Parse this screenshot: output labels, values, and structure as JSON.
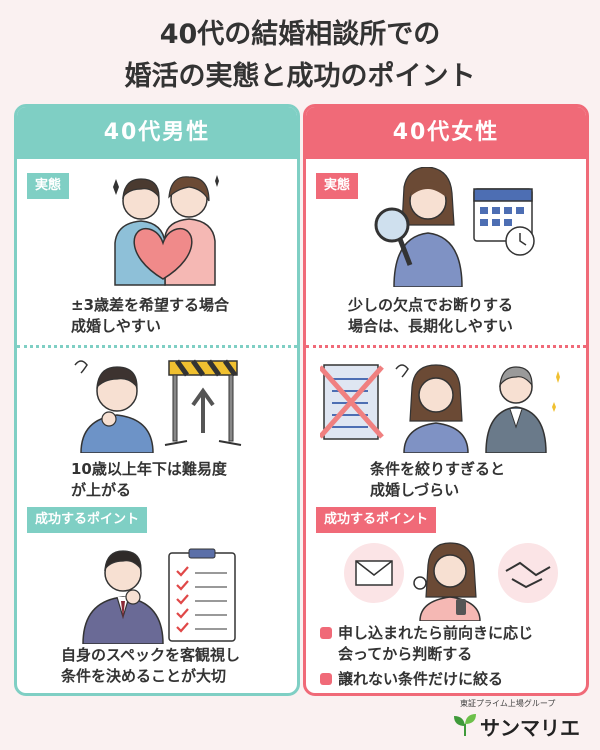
{
  "title": {
    "line1": "40代の結婚相談所での",
    "line2": "婚活の実態と成功のポイント"
  },
  "male": {
    "heading": "40代男性",
    "reality_tag": "実態",
    "reality_text1_line1": "±3歳差を希望する場合",
    "reality_text1_line2": "成婚しやすい",
    "reality_text2_line1": "10歳以上年下は難易度",
    "reality_text2_line2": "が上がる",
    "point_tag": "成功するポイント",
    "point_text_line1": "自身のスペックを客観視し",
    "point_text_line2": "条件を決めることが大切"
  },
  "female": {
    "heading": "40代女性",
    "reality_tag": "実態",
    "reality_text1_line1": "少しの欠点でお断りする",
    "reality_text1_line2": "場合は、長期化しやすい",
    "reality_text2_line1": "条件を絞りすぎると",
    "reality_text2_line2": "成婚しづらい",
    "point_tag": "成功するポイント",
    "bullets": [
      {
        "line1": "申し込まれたら前向きに応じ",
        "line2": "会ってから判断する"
      },
      {
        "line1": "譲れない条件だけに絞る",
        "line2": ""
      }
    ]
  },
  "logo": {
    "sub": "東証プライム上場グループ",
    "name": "サンマリエ"
  },
  "colors": {
    "male_accent": "#7fcfc4",
    "female_accent": "#f06a78",
    "background": "#faf1f1"
  }
}
